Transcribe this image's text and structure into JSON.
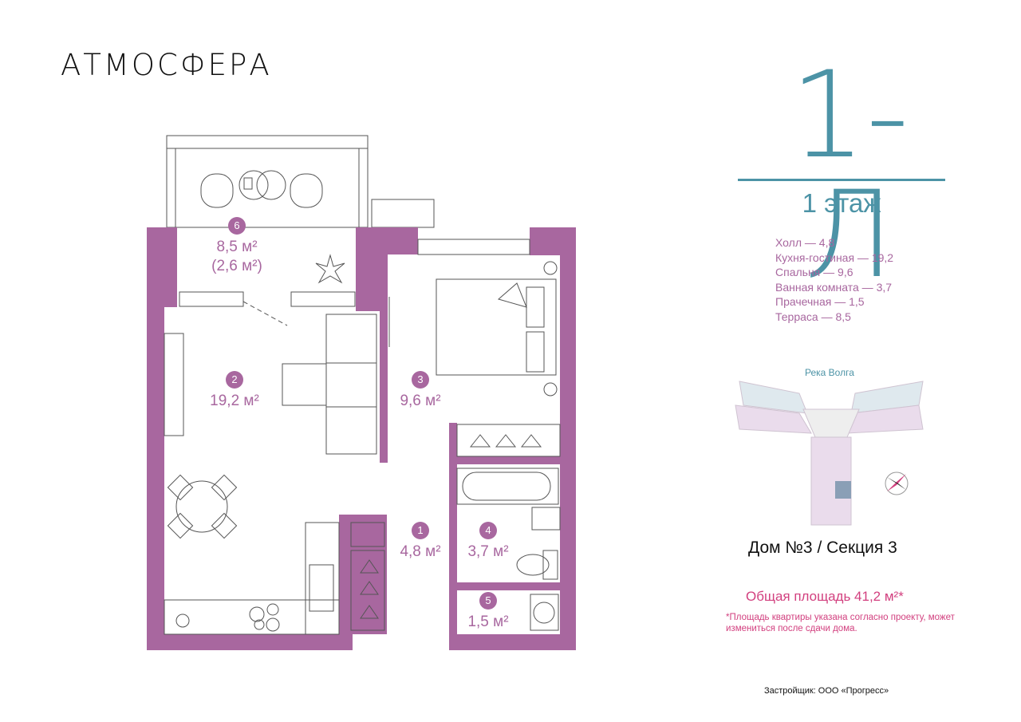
{
  "brand": "АТМОСФЕРА",
  "unit_type": "1-Л",
  "floor": "1 этаж",
  "room_list": [
    "Холл — 4,8",
    "Кухня-гостиная — 19,2",
    "Спальня — 9,6",
    "Ванная комната — 3,7",
    "Прачечная — 1,5",
    "Терраса — 8,5"
  ],
  "plan_labels": [
    {
      "num": "6",
      "area": "8,5 м²",
      "area2": "(2,6 м²)"
    },
    {
      "num": "2",
      "area": "19,2 м²"
    },
    {
      "num": "3",
      "area": "9,6 м²"
    },
    {
      "num": "1",
      "area": "4,8 м²"
    },
    {
      "num": "4",
      "area": "3,7 м²"
    },
    {
      "num": "5",
      "area": "1,5 м²"
    }
  ],
  "minimap_river": "Река Волга",
  "house_section": "Дом №3 / Секция 3",
  "total_area": "Общая площадь 41,2 м²*",
  "area_note": "*Площадь квартиры указана согласно проекту, может измениться после сдачи дома.",
  "developer": "Застройщик: ООО «Прогресс»",
  "colors": {
    "wall": "#a8679f",
    "accent": "#4c93a6",
    "note": "#d2407f",
    "line": "#555555"
  },
  "icons": [
    "compass-icon",
    "hanger-icon",
    "stove-icon",
    "armchair-icon",
    "plant-icon"
  ]
}
